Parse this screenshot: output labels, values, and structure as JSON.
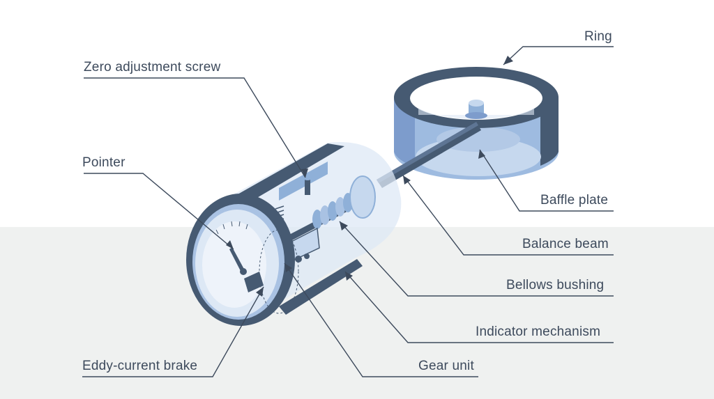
{
  "labels": {
    "ring": "Ring",
    "zero_adjustment_screw": "Zero adjustment screw",
    "pointer": "Pointer",
    "baffle_plate": "Baffle plate",
    "balance_beam": "Balance beam",
    "bellows_bushing": "Bellows bushing",
    "indicator_mechanism": "Indicator mechanism",
    "eddy_current_brake": "Eddy-current brake",
    "gear_unit": "Gear unit"
  },
  "colors": {
    "text": "#3d4a5c",
    "leader_line": "#3d4a5c",
    "background_top": "#ffffff",
    "background_bottom": "#eff1f0",
    "dark_metal": "#465a72",
    "mid_blue": "#8fb0d8",
    "light_blue": "#c6d8ee",
    "pale_blue": "#dde8f5"
  }
}
